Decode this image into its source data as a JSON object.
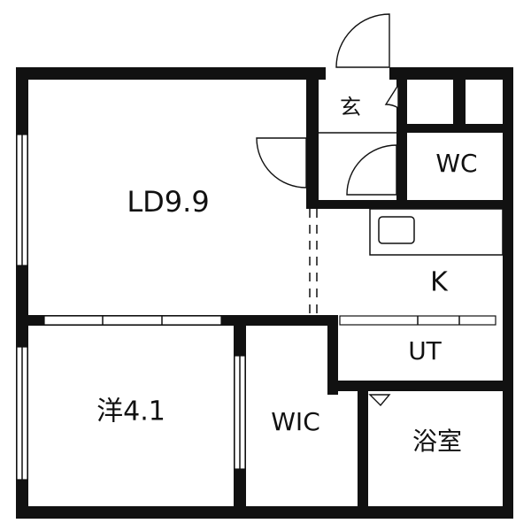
{
  "rooms": {
    "living_dining": "LD9.9",
    "western_room": "洋4.1",
    "walk_in_closet": "WIC",
    "kitchen": "K",
    "toilet": "WC",
    "utility": "UT",
    "bathroom": "浴室",
    "entrance": "玄"
  },
  "colors": {
    "wall": "#111111",
    "background": "#ffffff"
  }
}
